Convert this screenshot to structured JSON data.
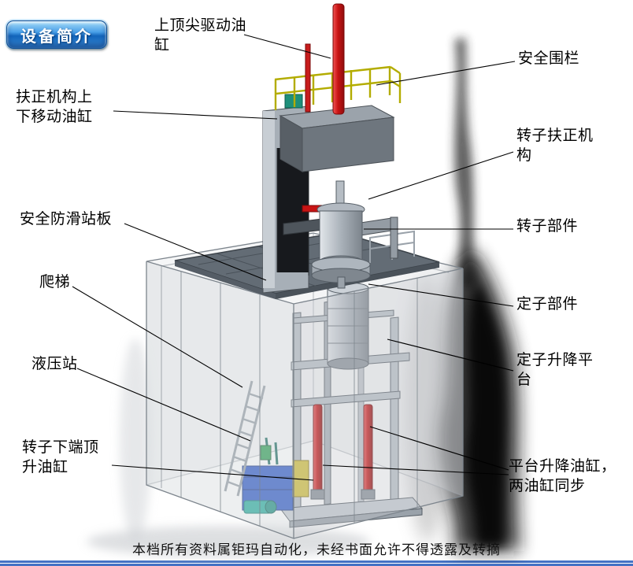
{
  "page": {
    "badge": "设备简介",
    "footer": "本档所有资料属钜玛自动化，未经书面允许不得透露及转摘"
  },
  "labels": [
    {
      "name": "top-drive-cylinder",
      "text": "上顶尖驱动油\n缸"
    },
    {
      "name": "safety-fence",
      "text": "安全围栏"
    },
    {
      "name": "straightener-lift-cylinder",
      "text": "扶正机构上\n下移动油缸"
    },
    {
      "name": "rotor-straightener",
      "text": "转子扶正机\n构"
    },
    {
      "name": "anti-slip-deck",
      "text": "安全防滑站板"
    },
    {
      "name": "rotor-part",
      "text": "转子部件"
    },
    {
      "name": "ladder",
      "text": "爬梯"
    },
    {
      "name": "stator-part",
      "text": "定子部件"
    },
    {
      "name": "hydraulic-station",
      "text": "液压站"
    },
    {
      "name": "stator-lift-platform",
      "text": "定子升降平\n台"
    },
    {
      "name": "rotor-bottom-jack",
      "text": "转子下端顶\n升油缸"
    },
    {
      "name": "platform-lift-cylinders",
      "text": "平台升降油缸，\n两油缸同步"
    }
  ],
  "colors": {
    "cylinder_red": "#c81414",
    "railing_yellow": "#b3ac00",
    "hydraulic_blue": "#2c57c6",
    "motor_teal": "#29ad9e",
    "steel_gray": "#a7afb7",
    "badge_blue": "#1264ba",
    "bottom_bar_blue": "#4472c4"
  }
}
